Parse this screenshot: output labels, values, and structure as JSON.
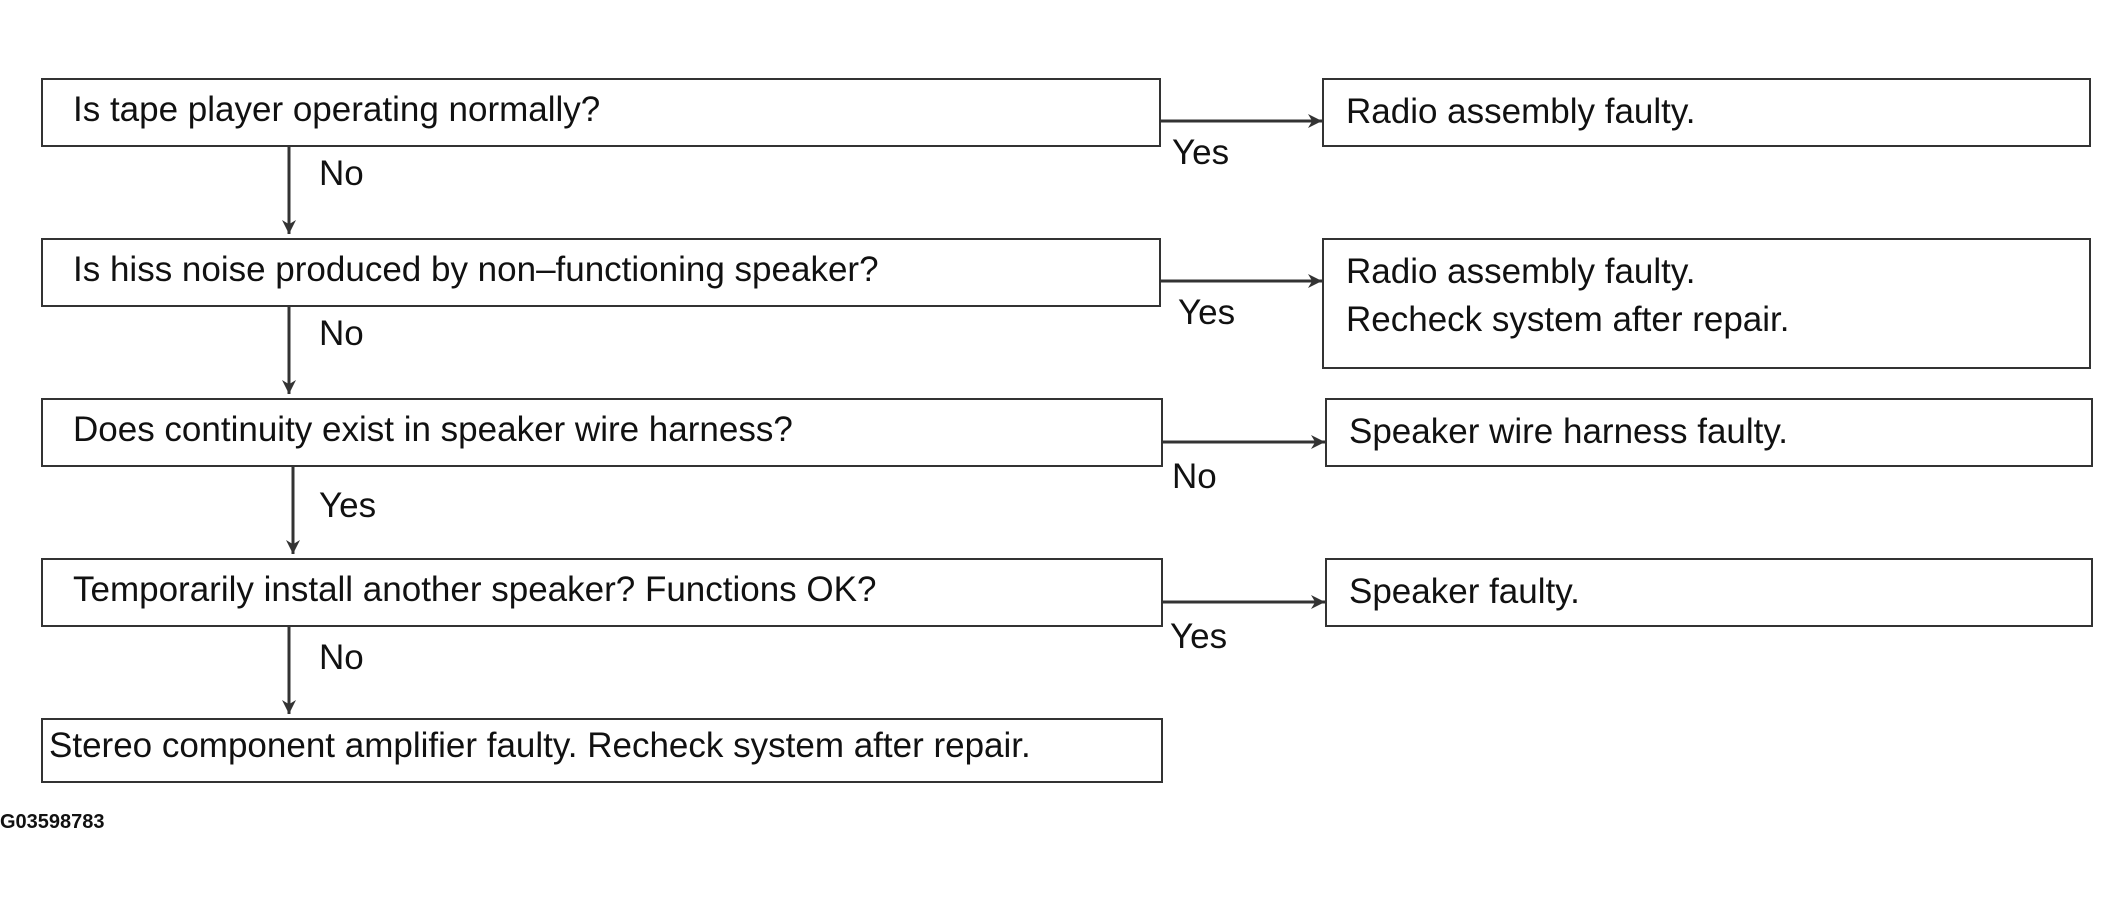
{
  "flowchart": {
    "questions": [
      {
        "text": "Is tape player operating normally?"
      },
      {
        "text": "Is hiss noise produced by non–functioning speaker?"
      },
      {
        "text": "Does continuity exist in speaker wire harness?"
      },
      {
        "text": "Temporarily install another speaker? Functions OK?"
      }
    ],
    "final_result": "Stereo component amplifier faulty. Recheck system after repair.",
    "results": [
      {
        "lines": [
          "Radio assembly faulty."
        ]
      },
      {
        "lines": [
          "Radio assembly faulty.",
          "Recheck system after repair."
        ]
      },
      {
        "lines": [
          "Speaker wire harness faulty."
        ]
      },
      {
        "lines": [
          "Speaker faulty."
        ]
      }
    ],
    "side_labels": [
      "Yes",
      "Yes",
      "No",
      "Yes"
    ],
    "down_labels": [
      "No",
      "No",
      "Yes",
      "No"
    ]
  },
  "figure_code": "G03598783"
}
